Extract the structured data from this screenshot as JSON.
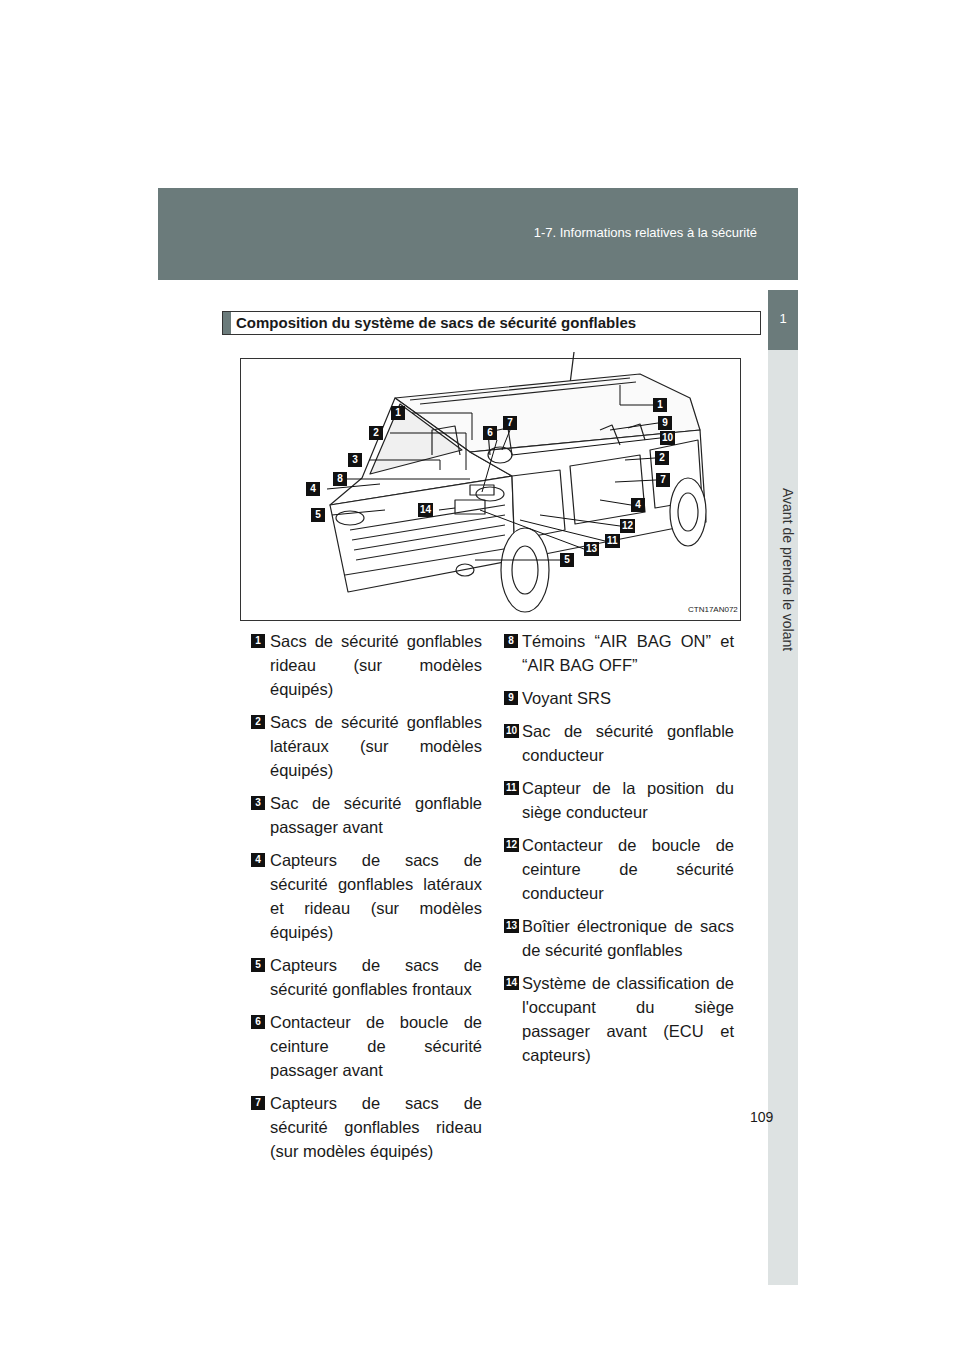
{
  "diagram": {
    "title": "Composition du système de sacs de sécurité gonflables",
    "labels": [
      "1-7. Informations relatives à la sécurité",
      "1",
      "Avant de prendre le volant",
      "1",
      "2",
      "3",
      "8",
      "4",
      "5",
      "14",
      "6",
      "7",
      "1",
      "9",
      "10",
      "2",
      "7",
      "4",
      "12",
      "11",
      "13",
      "5",
      "CTN17AN072",
      "1",
      "Sacs de sécurité gonflables rideau (sur modèles équipés)",
      "2",
      "Sacs de sécurité gonflables latéraux (sur modèles équipés)",
      "3",
      "Sac de sécurité gonflable passager avant",
      "4",
      "Capteurs de sacs de sécurité gonflables latéraux et rideau (sur modèles équipés)",
      "5",
      "Capteurs de sacs de sécurité gonflables frontaux",
      "6",
      "Contacteur de boucle de ceinture de sécurité passager avant",
      "7",
      "Capteurs de sacs de sécurité gonflables rideau (sur modèles équipés)",
      "8",
      "Témoins “AIR BAG ON” et “AIR BAG OFF”",
      "9",
      "Voyant SRS",
      "10",
      "Sac de sécurité gonflable conducteur",
      "11",
      "Capteur de la position du siège conducteur",
      "12",
      "Contacteur de boucle de ceinture de sécurité conducteur",
      "13",
      "Boîtier électronique de sacs de sécurité gonflables",
      "14",
      "Système de classification de l'occupant du siège passager avant (ECU et capteurs)",
      "109"
    ]
  }
}
